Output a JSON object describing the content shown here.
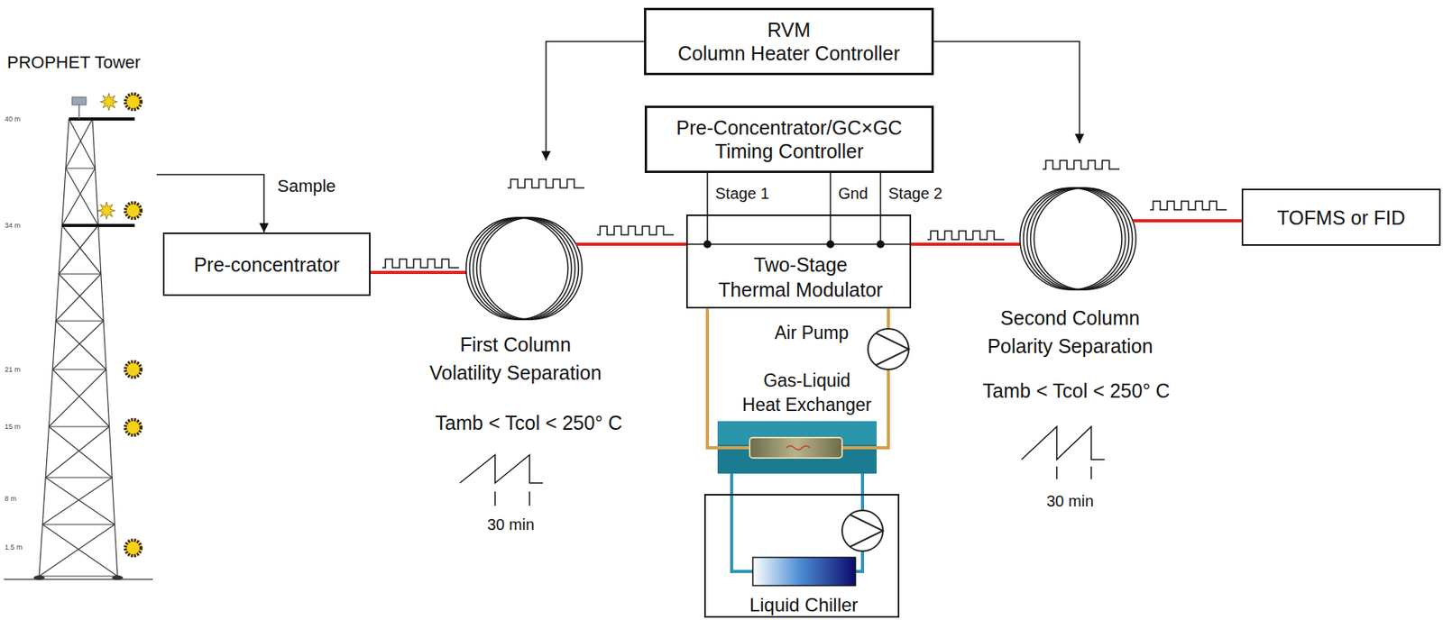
{
  "diagram": {
    "nodes": [
      {
        "text": [
          "PROPHET Tower"
        ]
      },
      {
        "text": [
          "RVM",
          "Column Heater Controller"
        ]
      },
      {
        "text": [
          "Pre-Concentrator/GC×GC",
          "Timing Controller"
        ]
      },
      {
        "text": [
          "Pre-concentrator"
        ]
      },
      {
        "text": [
          "First Column",
          "Volatility Separation"
        ]
      },
      {
        "text": [
          "Two-Stage",
          "Thermal Modulator"
        ]
      },
      {
        "text": [
          "Second Column",
          "Polarity Separation"
        ]
      },
      {
        "text": [
          "TOFMS or FID"
        ]
      },
      {
        "text": [
          "Gas-Liquid",
          "Heat Exchanger"
        ]
      },
      {
        "text": [
          "Liquid Chiller"
        ]
      }
    ],
    "edges": [
      {
        "from": 0,
        "to": 3,
        "arrow": "to",
        "label": "Sample"
      },
      {
        "from": 3,
        "to": 4,
        "arrow": "none"
      },
      {
        "from": 1,
        "to": 4,
        "arrow": "to"
      },
      {
        "from": 1,
        "to": 6,
        "arrow": "to"
      },
      {
        "from": 4,
        "to": 5,
        "arrow": "none"
      },
      {
        "from": 2,
        "to": 5,
        "arrow": "none",
        "label": "Stage 1"
      },
      {
        "from": 2,
        "to": 5,
        "arrow": "none",
        "label": "Gnd"
      },
      {
        "from": 2,
        "to": 5,
        "arrow": "none",
        "label": "Stage 2"
      },
      {
        "from": 5,
        "to": 6,
        "arrow": "none"
      },
      {
        "from": 6,
        "to": 7,
        "arrow": "none"
      },
      {
        "from": 5,
        "to": 8,
        "arrow": "none"
      },
      {
        "from": 5,
        "to": 8,
        "arrow": "none"
      },
      {
        "from": 8,
        "to": 9,
        "arrow": "none"
      },
      {
        "from": 8,
        "to": 9,
        "arrow": "none"
      }
    ],
    "labels": [
      "Tamb < Tcol < 250° C",
      "30 min",
      "Tamb < Tcol < 250° C",
      "30 min",
      "Air Pump",
      "40 m",
      "34 m",
      "21 m",
      "15 m",
      "8 m",
      "1.5 m"
    ]
  }
}
